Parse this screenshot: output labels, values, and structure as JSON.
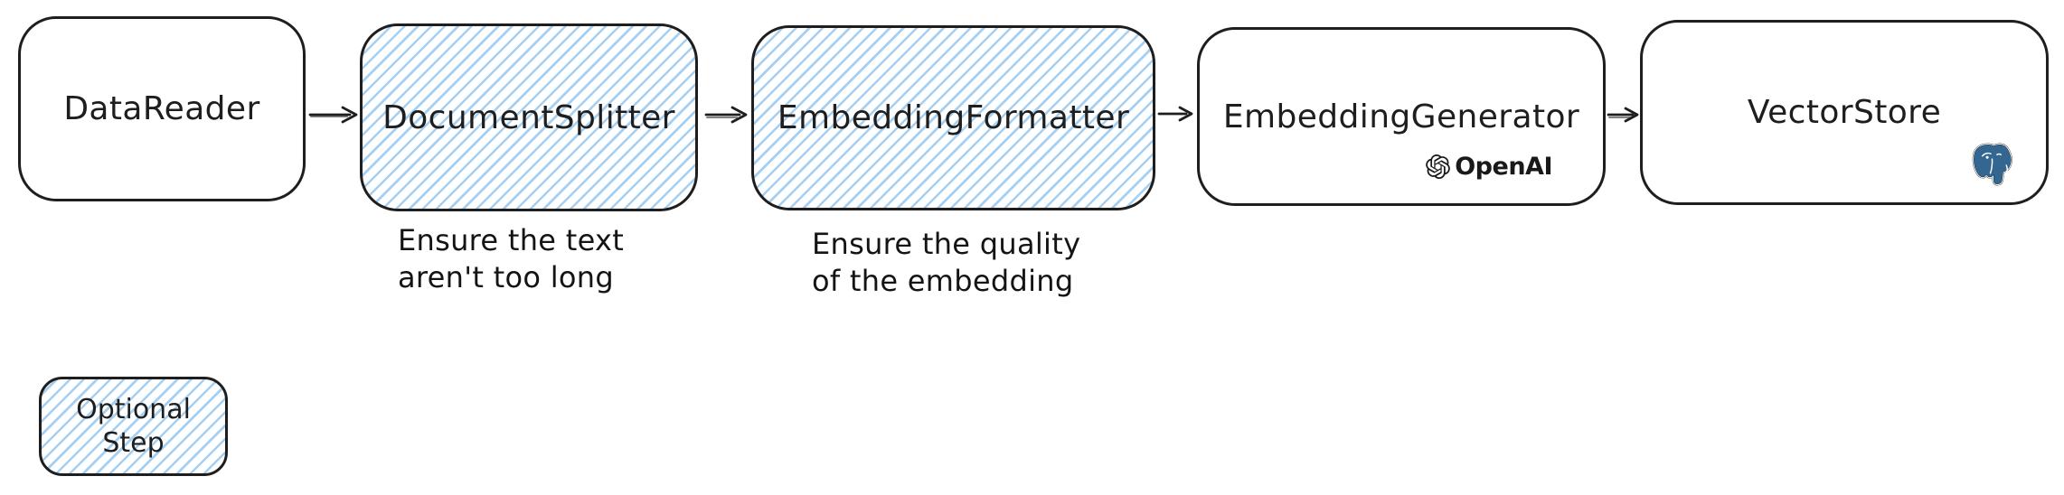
{
  "colors": {
    "stroke": "#1e1e1e",
    "hatch_blue": "#a0cdf2",
    "postgres_blue": "#336791",
    "openai_black": "#191919"
  },
  "icons": {
    "flow_arrow": "arrow-right",
    "openai": "openai-logo-knot",
    "postgresql": "postgresql-elephant"
  },
  "nodes": [
    {
      "label": "DataReader"
    },
    {
      "label": "DocumentSplitter"
    },
    {
      "label": "EmbeddingFormatter"
    },
    {
      "label": "EmbeddingGenerator",
      "badge_label": "OpenAI"
    },
    {
      "label": "VectorStore"
    }
  ],
  "annotations": [
    {
      "lines": [
        "Ensure the text",
        "aren't too long"
      ]
    },
    {
      "lines": [
        "Ensure the quality",
        "of the embedding"
      ]
    }
  ],
  "legend": {
    "lines": [
      "Optional",
      "Step"
    ]
  }
}
